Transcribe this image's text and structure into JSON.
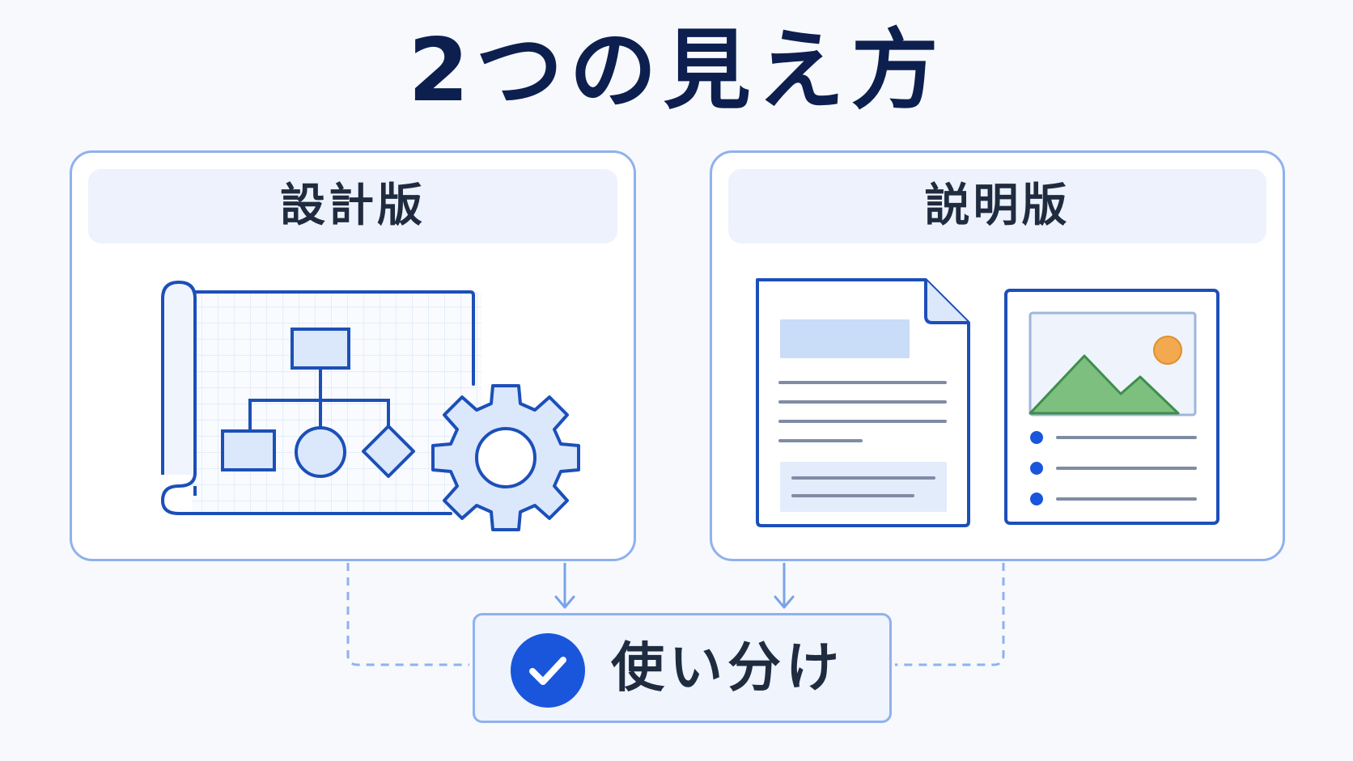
{
  "title": "2つの見え方",
  "cards": {
    "design": {
      "label": "設計版",
      "icons": [
        "blueprint-icon",
        "flowchart-icon",
        "gear-icon"
      ]
    },
    "explanation": {
      "label": "説明版",
      "icons": [
        "document-icon",
        "image-card-icon"
      ]
    }
  },
  "result": {
    "label": "使い分け",
    "icon": "checkmark-icon"
  },
  "colors": {
    "title": "#0d1f4e",
    "card_border": "#8fb1ee",
    "header_bg": "#edf2fc",
    "primary_blue": "#1c4fb8",
    "check_blue": "#1a56db",
    "mountain_green": "#7cbf7e",
    "sun_orange": "#f2a950"
  }
}
